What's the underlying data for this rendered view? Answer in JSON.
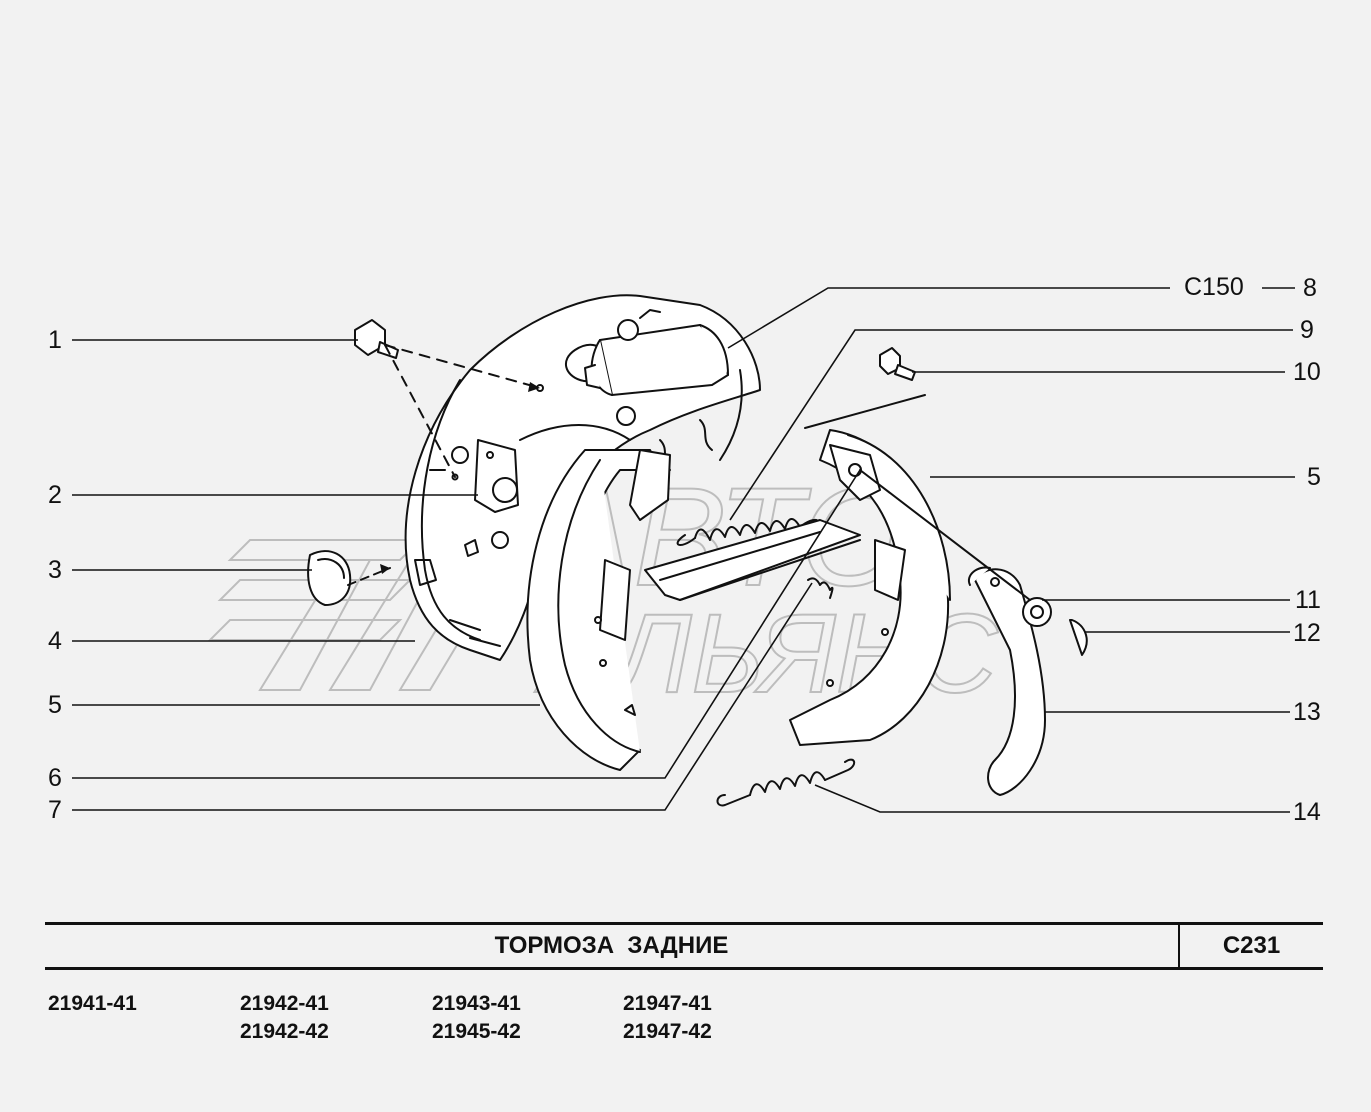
{
  "callouts_left": [
    {
      "id": "1",
      "label": "1"
    },
    {
      "id": "2",
      "label": "2"
    },
    {
      "id": "3",
      "label": "3"
    },
    {
      "id": "4",
      "label": "4"
    },
    {
      "id": "5",
      "label": "5"
    },
    {
      "id": "6",
      "label": "6"
    },
    {
      "id": "7",
      "label": "7"
    }
  ],
  "callouts_right": [
    {
      "id": "8",
      "label": "8"
    },
    {
      "id": "9",
      "label": "9"
    },
    {
      "id": "10",
      "label": "10"
    },
    {
      "id": "5b",
      "label": "5"
    },
    {
      "id": "11",
      "label": "11"
    },
    {
      "id": "12",
      "label": "12"
    },
    {
      "id": "13",
      "label": "13"
    },
    {
      "id": "14",
      "label": "14"
    }
  ],
  "reference": "C150",
  "watermark": {
    "line1": "АВТО",
    "line2": "АЛЬЯНС"
  },
  "title_bar": {
    "title": "ТОРМОЗА  ЗАДНИЕ",
    "code": "C231"
  },
  "models": {
    "col1": [
      "21941-41"
    ],
    "col2": [
      "21942-41",
      "21942-42"
    ],
    "col3": [
      "21943-41",
      "21945-42"
    ],
    "col4": [
      "21947-41",
      "21947-42"
    ]
  }
}
